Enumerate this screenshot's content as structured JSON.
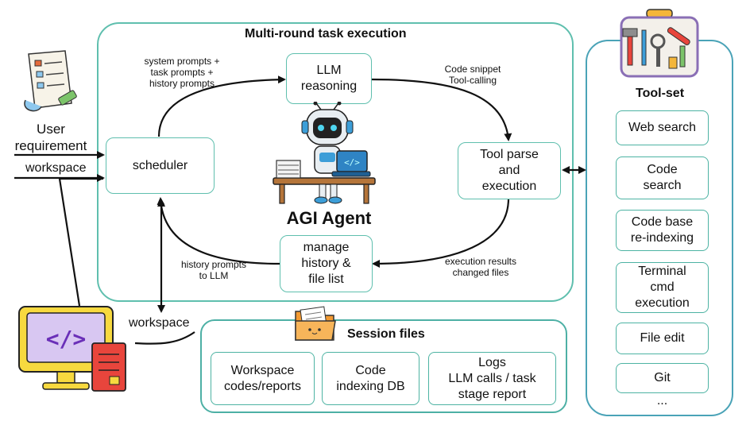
{
  "title": "Multi-round task execution",
  "agent_label": "AGI Agent",
  "nodes": {
    "llm": "LLM\nreasoning",
    "scheduler": "scheduler",
    "tool_parse": "Tool parse\nand\nexecution",
    "manage": "manage\nhistory &\nfile list"
  },
  "edge_labels": {
    "prompts": "system prompts +\ntask prompts +\nhistory prompts",
    "code_snippet": "Code snippet\nTool-calling",
    "exec_results": "execution results\nchanged files",
    "history_llm": "history prompts\nto LLM"
  },
  "user": {
    "label": "User\nrequirement",
    "workspace_label": "workspace"
  },
  "workspace_bottom": "workspace",
  "toolset": {
    "title": "Tool-set",
    "items": [
      "Web search",
      "Code\nsearch",
      "Code base\nre-indexing",
      "Terminal\ncmd\nexecution",
      "File edit",
      "Git"
    ],
    "more": "..."
  },
  "session": {
    "title": "Session files",
    "items": [
      "Workspace\ncodes/reports",
      "Code\nindexing DB",
      "Logs\nLLM calls / task\nstage report"
    ]
  },
  "icons": [
    "requirement-scroll-icon",
    "robot-agent-icon",
    "toolbox-icon",
    "folder-icon",
    "computer-code-icon"
  ]
}
